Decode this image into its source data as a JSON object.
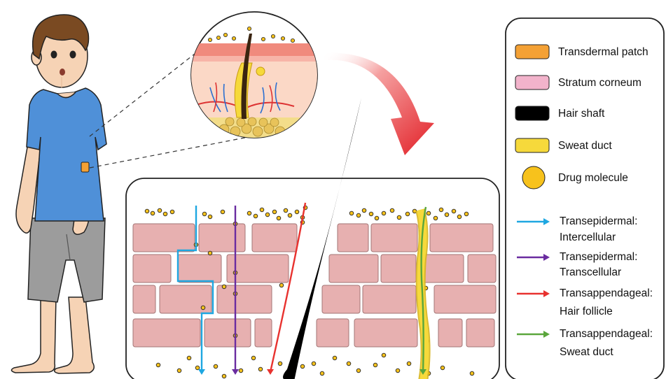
{
  "legend": {
    "items": [
      {
        "label": "Transdermal patch",
        "color": "#f4a135",
        "kind": "swatch"
      },
      {
        "label": "Stratum corneum",
        "color": "#f2b3cb",
        "kind": "swatch"
      },
      {
        "label": "Hair shaft",
        "color": "#000000",
        "kind": "swatch"
      },
      {
        "label": "Sweat duct",
        "color": "#f6d93b",
        "kind": "swatch"
      },
      {
        "label": "Drug molecule",
        "color": "#f7c21c",
        "kind": "circle"
      }
    ],
    "routes": [
      {
        "line1": "Transepidermal:",
        "line2": "Intercellular",
        "color": "#1ea7e1"
      },
      {
        "line1": "Transepidermal:",
        "line2": "Transcellular",
        "color": "#6a2ca0"
      },
      {
        "line1": "Transappendageal:",
        "line2": "Hair follicle",
        "color": "#e8322f"
      },
      {
        "line1": "Transappendageal:",
        "line2": "Sweat duct",
        "color": "#5aa63c"
      }
    ]
  },
  "colors": {
    "corneocyte": "#e7b0b0",
    "corneocyte_stroke": "#a37676",
    "shirt": "#4f90d8",
    "shorts": "#9c9c9c",
    "hair": "#7a4a22",
    "skin": "#f6d3b5",
    "arrow": "#e21f26"
  }
}
